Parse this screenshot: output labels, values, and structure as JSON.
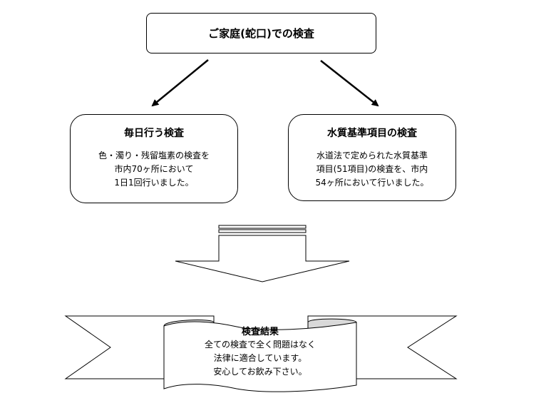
{
  "top_box": {
    "label": "ご家庭(蛇口)での検査"
  },
  "left_box": {
    "title": "毎日行う検査",
    "lines": [
      "色・濁り・残留塩素の検査を",
      "市内70ヶ所において",
      "1日1回行いました。"
    ]
  },
  "right_box": {
    "title": "水質基準項目の検査",
    "lines": [
      "水道法で定められた水質基準",
      "項目(51項目)の検査を、市内",
      "54ヶ所において行いました。"
    ]
  },
  "result": {
    "title": "検査結果",
    "lines": [
      "全ての検査で全く問題はなく",
      "法律に適合しています。",
      "安心してお飲み下さい。"
    ]
  }
}
